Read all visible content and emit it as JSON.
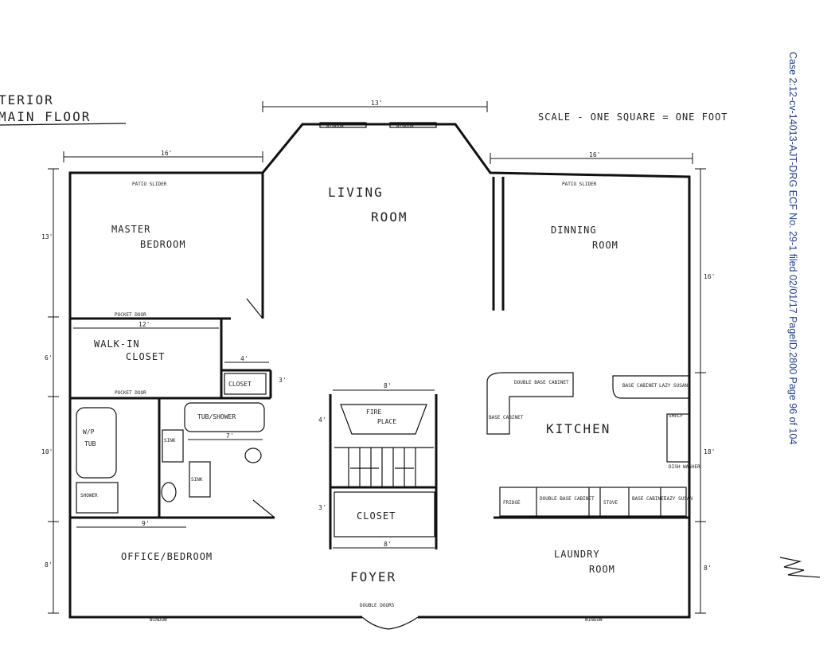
{
  "title_partial": "TERIOR",
  "title": "MAIN FLOOR",
  "scale_note": "SCALE - ONE SQUARE = ONE FOOT",
  "dims": {
    "living_width": "13'",
    "master_width": "16'",
    "dining_width": "16'",
    "master_depth": "13'",
    "walkin_width": "12'",
    "walkin_depth": "6'",
    "closet_width": "4'",
    "closet_depth": "3'",
    "bath_depth": "10'",
    "bath_width": "7'",
    "stair_top": "8'",
    "stair_side": "4'",
    "closet_side": "3'",
    "closet_bottom": "8'",
    "office_width": "9'",
    "office_depth": "8'",
    "dining_depth": "16'",
    "kitchen_depth": "18'",
    "laundry_depth": "8'"
  },
  "rooms": {
    "living": [
      "LIVING",
      "ROOM"
    ],
    "master": [
      "MASTER",
      "BEDROOM"
    ],
    "dining": [
      "DINNING",
      "ROOM"
    ],
    "walkin": [
      "WALK-IN",
      "CLOSET"
    ],
    "closet_small": "CLOSET",
    "tub_shower": "TUB/SHOWER",
    "wp_tub": [
      "W/P",
      "TUB"
    ],
    "shower": "SHOWER",
    "fireplace": [
      "FIRE",
      "PLACE"
    ],
    "kitchen": "KITCHEN",
    "closet_foyer": "CLOSET",
    "office": "OFFICE/BEDROOM",
    "foyer": "FOYER",
    "laundry": [
      "LAUNDRY",
      "ROOM"
    ]
  },
  "labels": {
    "patio_slider": "PATIO SLIDER",
    "window": "WINDOW",
    "pocket_door": "POCKET DOOR",
    "double_doors": "DOUBLE DOORS",
    "double_base_cabinet": "DOUBLE BASE CABINET",
    "base_cabinet": "BASE CABINET",
    "lazy_susan": "LAZY SUSAN",
    "fridge": "FRIDGE",
    "stove": "STOVE",
    "sink": "SINK",
    "dish_washer": "DISH WASHER",
    "shelf": "SHELF"
  },
  "stamp": "Case 2:12-cv-14013-AJT-DRG   ECF No. 29-1   filed 02/01/17   PageID.2800   Page 96 of 104",
  "colors": {
    "ink": "#111111",
    "stamp": "#1f3f8f"
  }
}
